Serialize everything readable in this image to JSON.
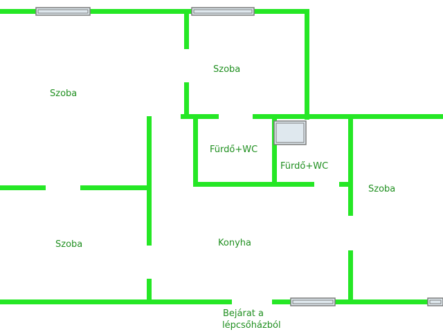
{
  "colors": {
    "wall": "#25e725",
    "wall_edge": "#1fc21f",
    "window_frame": "#7a7a7a",
    "window_glass": "#dfe8ee",
    "label": "#1f8f1f",
    "background": "#ffffff"
  },
  "rooms": {
    "szoba_top_left": "Szoba",
    "szoba_top_middle": "Szoba",
    "furdo_wc_left": "Fürdő+WC",
    "furdo_wc_right": "Fürdő+WC",
    "szoba_right": "Szoba",
    "szoba_bottom_left": "Szoba",
    "konyha": "Konyha"
  },
  "entrance": {
    "line1": "Bejárat a",
    "line2": "lépcsőházból"
  }
}
